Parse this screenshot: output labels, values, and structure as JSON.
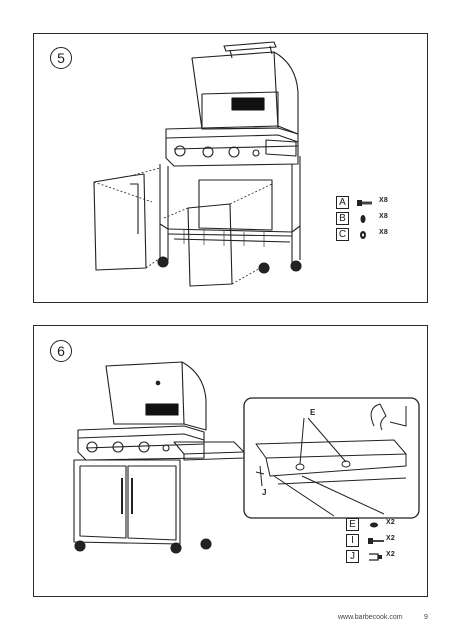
{
  "steps": [
    {
      "number": "5",
      "parts": [
        {
          "letter": "A",
          "icon": "bolt-icon",
          "qty": "X8"
        },
        {
          "letter": "B",
          "icon": "washer-icon",
          "qty": "X8"
        },
        {
          "letter": "C",
          "icon": "nut-icon",
          "qty": "X8"
        }
      ]
    },
    {
      "number": "6",
      "callouts": {
        "e": "E",
        "j": "J"
      },
      "parts": [
        {
          "letter": "E",
          "icon": "nut-icon",
          "qty": "X2"
        },
        {
          "letter": "I",
          "icon": "screw-icon",
          "qty": "X2"
        },
        {
          "letter": "J",
          "icon": "clip-icon",
          "qty": "X2"
        }
      ]
    }
  ],
  "footer": {
    "website": "www.barbecook.com",
    "page_number": "9"
  }
}
